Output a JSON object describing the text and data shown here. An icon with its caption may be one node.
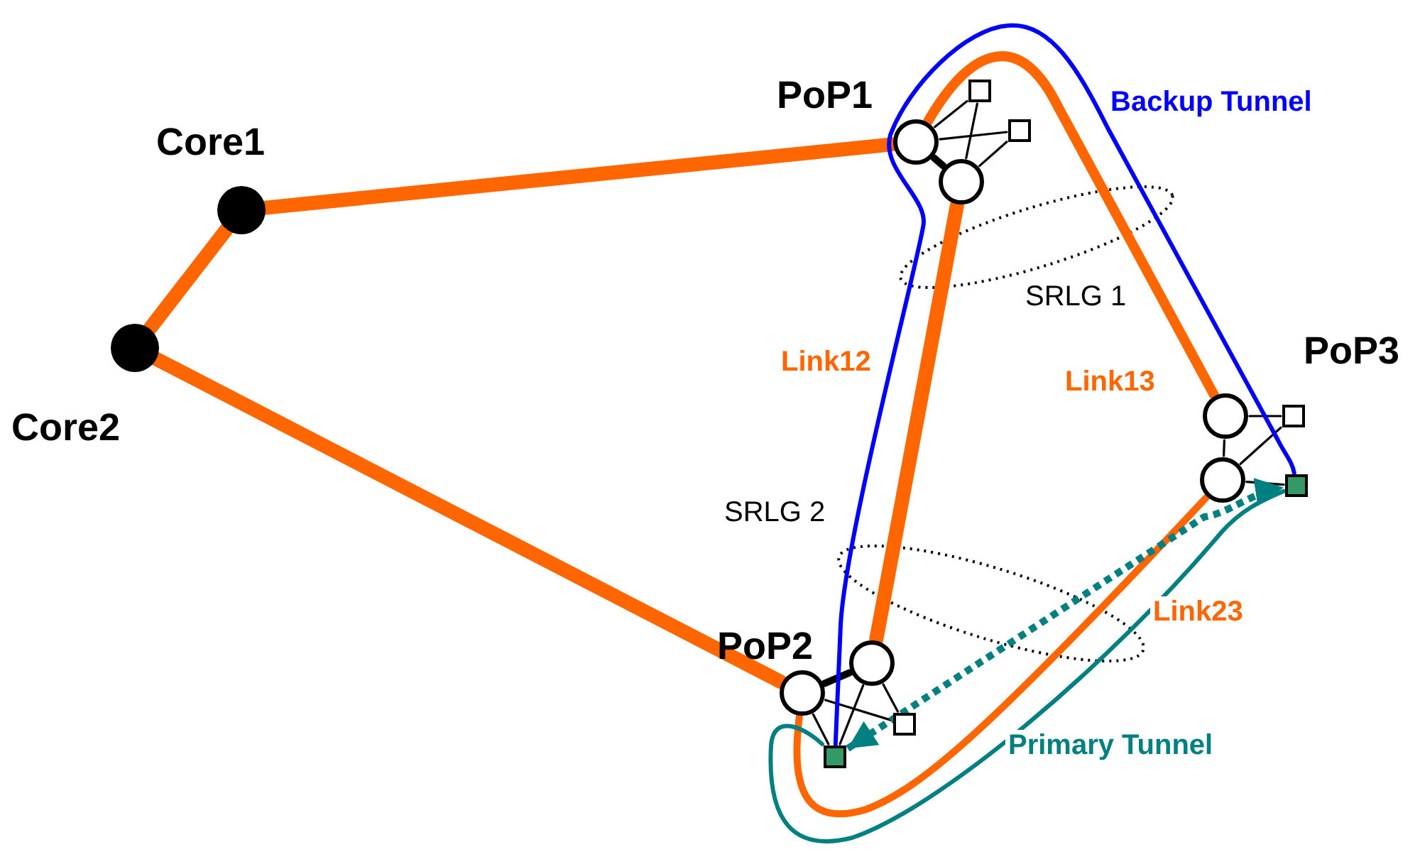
{
  "diagram": {
    "nodes": [
      {
        "text": [
          "Core1"
        ]
      },
      {
        "text": [
          "Core2"
        ]
      },
      {
        "text": [],
        "shape": "circle"
      },
      {
        "text": [],
        "shape": "circle"
      },
      {
        "text": [],
        "shape": "box"
      },
      {
        "text": [],
        "shape": "box"
      },
      {
        "text": [],
        "shape": "circle"
      },
      {
        "text": [],
        "shape": "circle"
      },
      {
        "text": [],
        "shape": "box"
      },
      {
        "text": [],
        "shape": "box"
      },
      {
        "text": [],
        "shape": "circle"
      },
      {
        "text": [],
        "shape": "circle"
      },
      {
        "text": [],
        "shape": "box"
      },
      {
        "text": [],
        "shape": "box"
      }
    ],
    "edges": [
      {
        "from": 0,
        "to": 1,
        "arrow": "none",
        "style": "thick",
        "color": "#ff6600"
      },
      {
        "from": 0,
        "to": 2,
        "arrow": "none",
        "style": "thick",
        "color": "#ff6600"
      },
      {
        "from": 1,
        "to": 6,
        "arrow": "none",
        "style": "thick",
        "color": "#ff6600"
      },
      {
        "from": 3,
        "to": 7,
        "arrow": "none",
        "label": "Link12",
        "style": "thick",
        "color": "#ff6600"
      },
      {
        "from": 2,
        "to": 10,
        "arrow": "none",
        "label": "Link13",
        "style": "thick",
        "color": "#ff6600"
      },
      {
        "from": 6,
        "to": 11,
        "arrow": "none",
        "label": "Link23",
        "style": "thick",
        "color": "#ff6600"
      },
      {
        "from": 2,
        "to": 3,
        "arrow": "none",
        "style": "thick"
      },
      {
        "from": 2,
        "to": 4,
        "arrow": "none"
      },
      {
        "from": 2,
        "to": 5,
        "arrow": "none"
      },
      {
        "from": 3,
        "to": 4,
        "arrow": "none"
      },
      {
        "from": 3,
        "to": 5,
        "arrow": "none"
      },
      {
        "from": 6,
        "to": 7,
        "arrow": "none",
        "style": "thick"
      },
      {
        "from": 6,
        "to": 8,
        "arrow": "none"
      },
      {
        "from": 6,
        "to": 9,
        "arrow": "none"
      },
      {
        "from": 7,
        "to": 9,
        "arrow": "none"
      },
      {
        "from": 7,
        "to": 8,
        "arrow": "none"
      },
      {
        "from": 10,
        "to": 11,
        "arrow": "none"
      },
      {
        "from": 10,
        "to": 12,
        "arrow": "none"
      },
      {
        "from": 11,
        "to": 12,
        "arrow": "none"
      },
      {
        "from": 11,
        "to": 13,
        "arrow": "none"
      },
      {
        "from": 9,
        "to": 13,
        "arrow": "none",
        "label": "Backup Tunnel",
        "color": "#0000ff"
      },
      {
        "from": 9,
        "to": 13,
        "arrow": "none",
        "label": "Primary Tunnel",
        "color": "#008080"
      },
      {
        "from": 9,
        "to": 13,
        "arrow": "both",
        "style": "dashed",
        "color": "#008080"
      }
    ],
    "labels": [
      "PoP1",
      "PoP2",
      "PoP3",
      "SRLG 1",
      "SRLG 2"
    ]
  }
}
